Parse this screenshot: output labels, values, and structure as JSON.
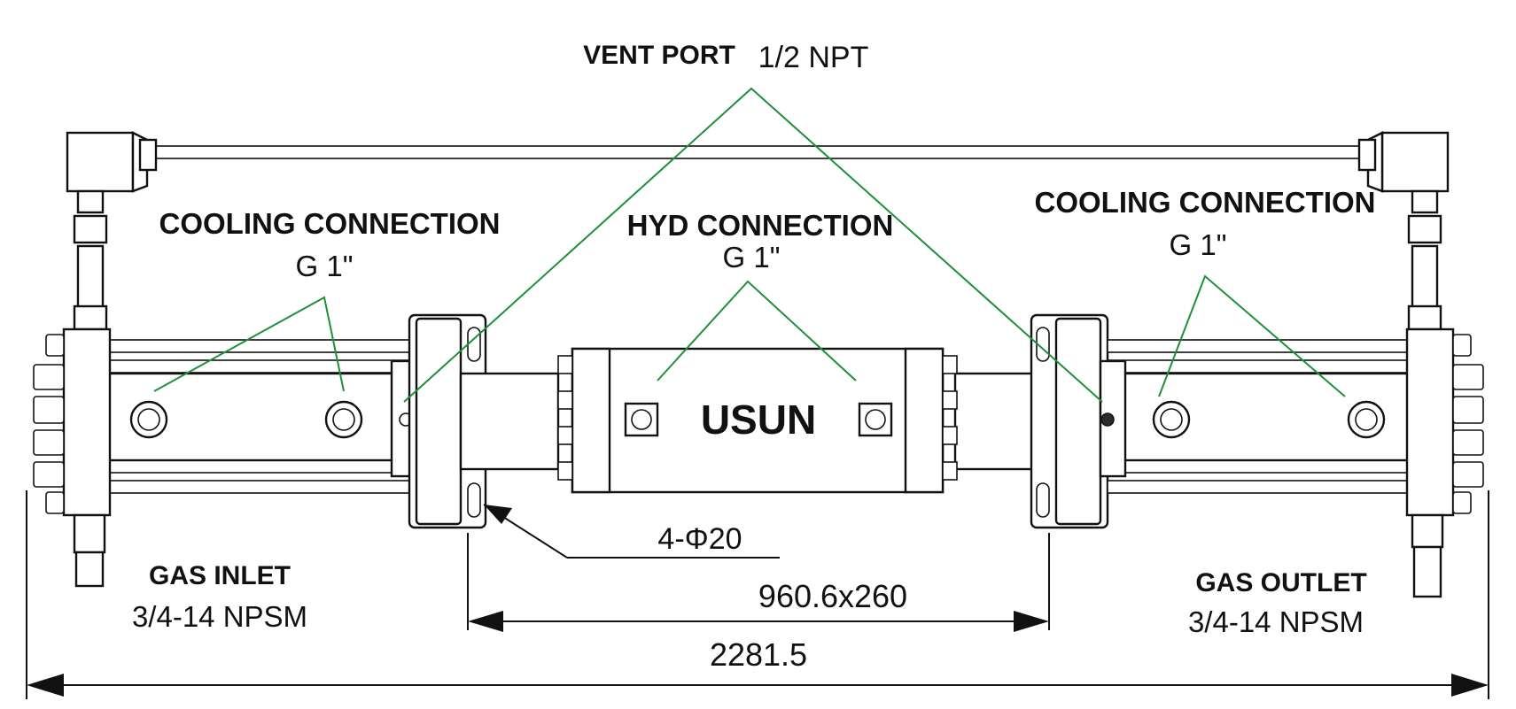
{
  "labels": {
    "vent_port_a": "VENT PORT",
    "vent_port_b": "1/2 NPT",
    "cooling_left_title": "COOLING CONNECTION",
    "cooling_left_size": "G 1\"",
    "hyd_title": "HYD CONNECTION",
    "hyd_size": "G 1\"",
    "cooling_right_title": "COOLING CONNECTION",
    "cooling_right_size": "G 1\"",
    "brand": "USUN",
    "gas_inlet_title": "GAS INLET",
    "gas_inlet_size": "3/4-14 NPSM",
    "gas_outlet_title": "GAS OUTLET",
    "gas_outlet_size": "3/4-14 NPSM",
    "holes": "4-Φ20",
    "mount_dim": "960.6x260",
    "overall_dim": "2281.5"
  },
  "colors": {
    "leader": "#1f8f3a",
    "outline": "#111111",
    "background": "#ffffff"
  }
}
